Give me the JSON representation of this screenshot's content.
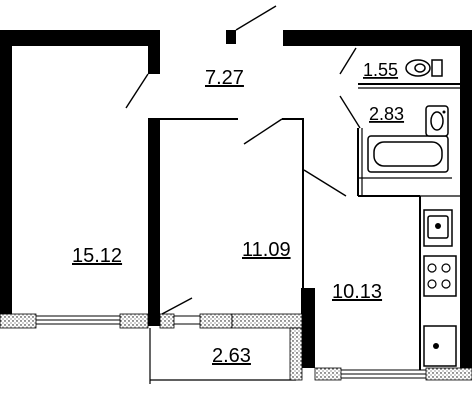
{
  "rooms": [
    {
      "id": "room-left",
      "area": "15.12"
    },
    {
      "id": "hallway",
      "area": "7.27"
    },
    {
      "id": "toilet",
      "area": "1.55"
    },
    {
      "id": "bathroom",
      "area": "2.83"
    },
    {
      "id": "room-middle",
      "area": "11.09"
    },
    {
      "id": "kitchen",
      "area": "10.13"
    },
    {
      "id": "balcony",
      "area": "2.63"
    }
  ]
}
